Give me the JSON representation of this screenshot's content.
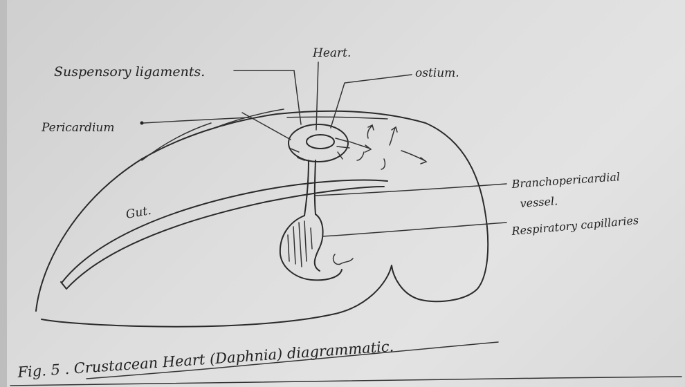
{
  "labels": {
    "suspensory": "Suspensory ligaments.",
    "heart": "Heart.",
    "ostium": "ostium.",
    "pericardium": "Pericardium",
    "gut": "Gut.",
    "branchio_line1": "Branchopericardial",
    "branchio_line2": "vessel.",
    "respiratory": "Respiratory capillaries"
  },
  "caption": "Fig. 5 . Crustacean Heart (Daphnia) diagrammatic."
}
